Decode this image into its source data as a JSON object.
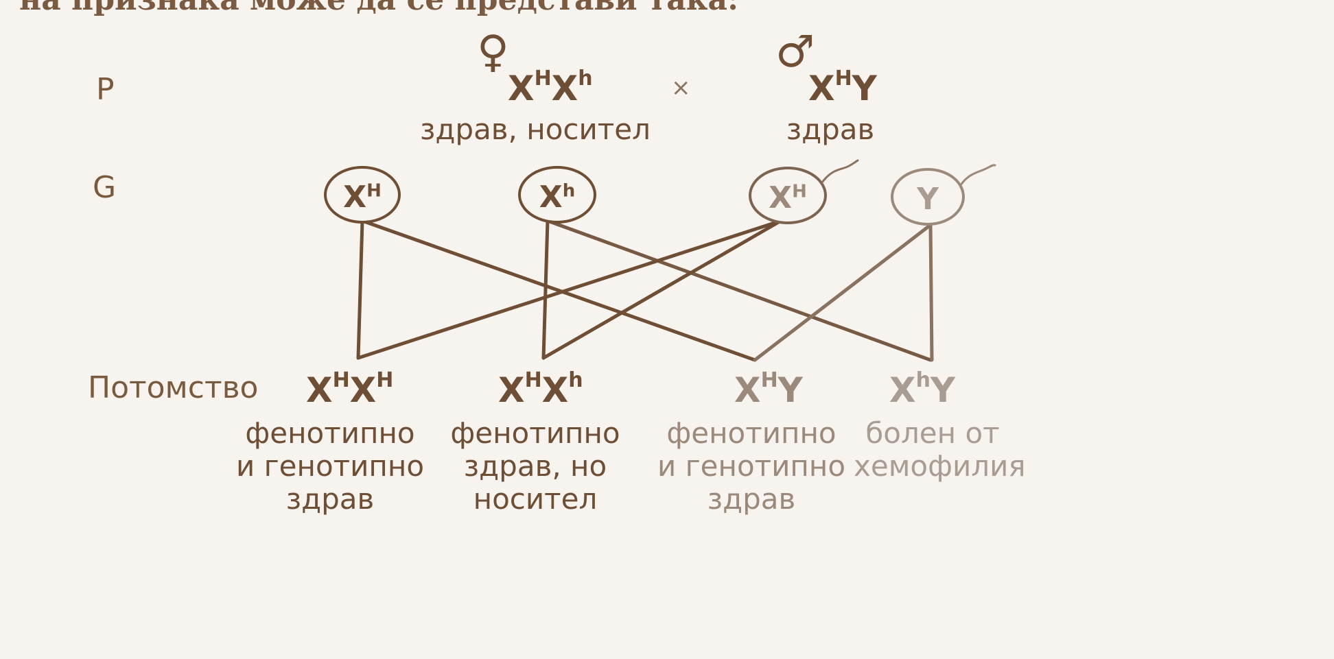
{
  "header_text": "на признака може да се представи така:",
  "colors": {
    "main": "#6e4e35",
    "light": "#9b8a7c",
    "lighter": "#a99c92",
    "background": "#f7f4ef"
  },
  "labels": {
    "p": "P",
    "g": "G",
    "offspring": "Потомство",
    "cross": "×"
  },
  "parents": {
    "female": {
      "symbol": "♀",
      "genotype_base1": "X",
      "genotype_sup1": "H",
      "genotype_base2": "X",
      "genotype_sup2": "h",
      "description": "здрав, носител"
    },
    "male": {
      "symbol": "♂",
      "genotype_base1": "X",
      "genotype_sup1": "H",
      "genotype_base2": "Y",
      "description": "здрав"
    }
  },
  "gametes": [
    {
      "base": "X",
      "sup": "H"
    },
    {
      "base": "X",
      "sup": "h"
    },
    {
      "base": "X",
      "sup": "H"
    },
    {
      "base": "Y",
      "sup": ""
    }
  ],
  "offspring": [
    {
      "b1": "X",
      "s1": "H",
      "b2": "X",
      "s2": "H",
      "desc": [
        "фенотипно",
        "и генотипно",
        "здрав"
      ]
    },
    {
      "b1": "X",
      "s1": "H",
      "b2": "X",
      "s2": "h",
      "desc": [
        "фенотипно",
        "здрав, но",
        "носител"
      ]
    },
    {
      "b1": "X",
      "s1": "H",
      "b2": "Y",
      "s2": "",
      "desc": [
        "фенотипно",
        "и генотипно",
        "здрав"
      ]
    },
    {
      "b1": "X",
      "s1": "h",
      "b2": "Y",
      "s2": "",
      "desc": [
        "болен от",
        "хемофилия",
        ""
      ]
    }
  ]
}
